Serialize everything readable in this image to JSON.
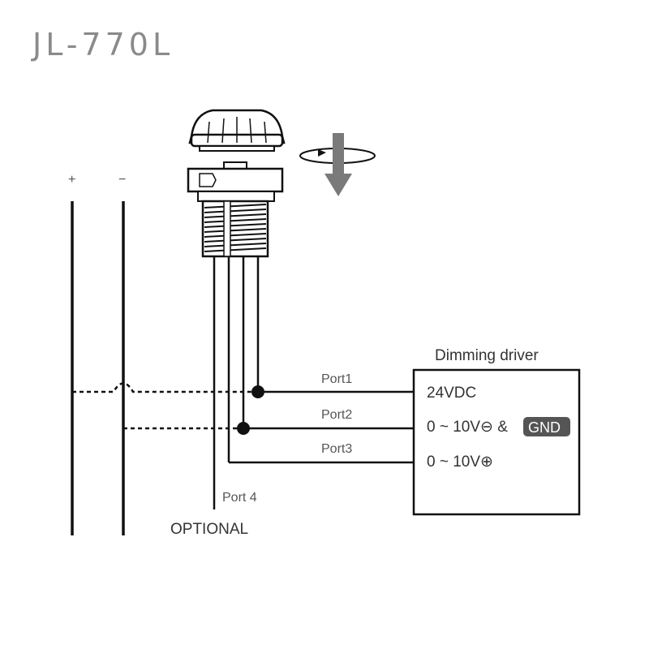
{
  "title": "JL-770L",
  "rail_labels": {
    "plus": "+",
    "minus": "−"
  },
  "ports": [
    {
      "label": "Port1",
      "terminal": "24VDC"
    },
    {
      "label": "Port2",
      "terminal": "0 ~ 10V⊖ &"
    },
    {
      "label": "Port3",
      "terminal": "0 ~ 10V⊕"
    }
  ],
  "gnd_badge": "GND",
  "port4_label": "Port 4",
  "optional_label": "OPTIONAL",
  "driver_title": "Dimming driver",
  "colors": {
    "line": "#111111",
    "title": "#8a8a8a",
    "arrow": "#7a7a7a",
    "badge": "#555555"
  },
  "icons": [
    "rotate-arrow-icon",
    "push-down-arrow-icon",
    "knob-cap-icon",
    "threaded-body-icon"
  ]
}
